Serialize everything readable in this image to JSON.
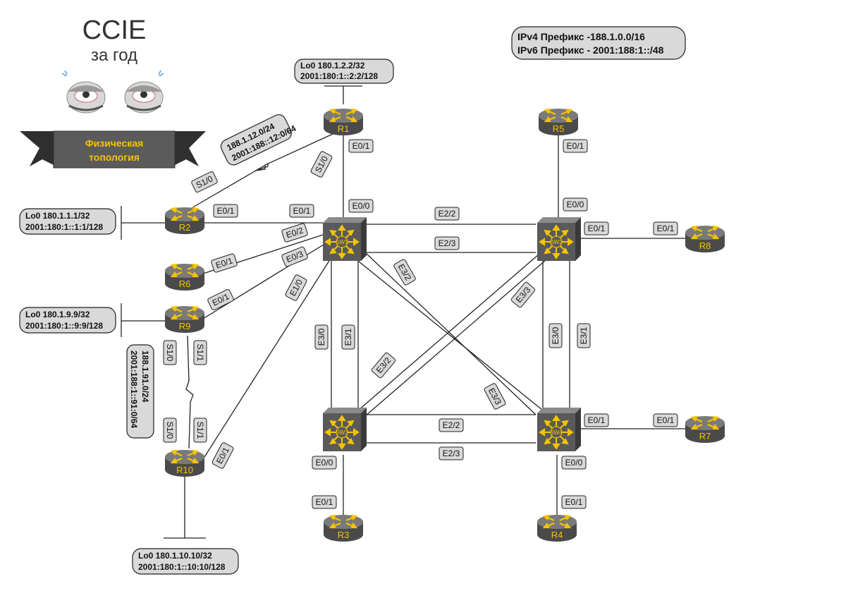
{
  "header": {
    "title": "CCIE",
    "subtitle": "за год",
    "ribbon_line1": "Физическая",
    "ribbon_line2": "топология"
  },
  "prefixes": {
    "ipv4": "IPv4 Префикс -188.1.0.0/16",
    "ipv6": "IPv6 Префикс - 2001:188:1::/48"
  },
  "devices": {
    "R1": "R1",
    "R2": "R2",
    "R3": "R3",
    "R4": "R4",
    "R5": "R5",
    "R6": "R6",
    "R7": "R7",
    "R8": "R8",
    "R9": "R9",
    "R10": "R10",
    "SW1": "SW1",
    "SW2": "SW2",
    "SW3": "SW3",
    "SW4": "SW4"
  },
  "loopbacks": {
    "r1": {
      "v4": "Lo0 180.1.2.2/32",
      "v6": "2001:180:1::2:2/128"
    },
    "r2": {
      "v4": "Lo0 180.1.1.1/32",
      "v6": "2001:180:1::1:1/128"
    },
    "r9": {
      "v4": "Lo0 180.1.9.9/32",
      "v6": "2001:180:1::9:9/128"
    },
    "r10": {
      "v4": "Lo0 180.1.10.10/32",
      "v6": "2001:180:1::10:10/128"
    }
  },
  "serial_nets": {
    "r1_r2": {
      "v4": "188.1.12.0/24",
      "v6": "2001:188::12:0/64"
    },
    "r9_r10": {
      "v4": "188.1.91.0/24",
      "v6": "2001:188:1::91:0/64"
    }
  },
  "ports": {
    "r1_e01": "E0/1",
    "r1_s10": "S1/0",
    "r2_s10": "S1/0",
    "r2_e01": "E0/1",
    "sw1_e01": "E0/1",
    "sw1_e00": "E0/0",
    "sw1_e02": "E0/2",
    "sw1_e03": "E0/3",
    "sw1_e10": "E1/0",
    "sw1_e22": "E2/2",
    "sw1_e23": "E2/3",
    "sw1_e32": "E3/2",
    "sw1_e30": "E3/0",
    "sw1_e31": "E3/1",
    "r6_e01": "E0/1",
    "r9_e01": "E0/1",
    "r9_s10": "S1/0",
    "r9_s11": "S1/1",
    "r10_s10": "S1/0",
    "r10_s11": "S1/1",
    "r10_e01": "E0/1",
    "r5_e01": "E0/1",
    "sw2_e00": "E0/0",
    "sw2_e01": "E0/1",
    "r8_e01": "E0/1",
    "sw2_e33": "E3/3",
    "sw2_e30": "E3/0",
    "sw2_e31": "E3/1",
    "sw3_e32": "E3/2",
    "sw3_e22": "E2/2",
    "sw3_e23": "E2/3",
    "sw3_e00": "E0/0",
    "r3_e01": "E0/1",
    "sw4_e33": "E3/3",
    "sw4_e01": "E0/1",
    "r7_e01": "E0/1",
    "sw4_e00": "E0/0",
    "r4_e01": "E0/1"
  }
}
